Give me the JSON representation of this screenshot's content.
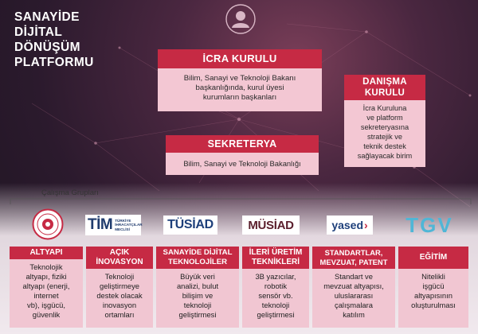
{
  "title_lines": [
    "SANAYİDE",
    "DİJİTAL",
    "DÖNÜŞÜM",
    "PLATFORMU"
  ],
  "icra": {
    "title": "İCRA KURULU",
    "desc": [
      "Bilim, Sanayi ve Teknoloji Bakanı",
      "başkanlığında, kurul üyesi",
      "kurumların başkanları"
    ]
  },
  "danisma": {
    "title": [
      "DANIŞMA",
      "KURULU"
    ],
    "desc": [
      "İcra Kuruluna",
      "ve platform",
      "sekreteryasına",
      "stratejik ve",
      "teknik destek",
      "sağlayacak birim"
    ]
  },
  "sekreterya": {
    "title": "SEKRETERYA",
    "desc": "Bilim, Sanayi ve Teknoloji Bakanlığı"
  },
  "groups_label": "Çalışma Grupları",
  "logos": {
    "tim": "TİM",
    "tim_sub": [
      "TÜRKİYE",
      "İHRACATÇILAR",
      "MECLİSİ"
    ],
    "tusiad": "TÜSİAD",
    "musiad": "MÜSİAD",
    "yased": "yased",
    "tgv": "TGV"
  },
  "groups": [
    {
      "title": [
        "ALTYAPI"
      ],
      "desc": [
        "Teknolojik",
        "altyapı, fiziki",
        "altyapı (enerji,",
        "internet",
        "vb), işgücü,",
        "güvenlik"
      ]
    },
    {
      "title": [
        "AÇIK",
        "İNOVASYON"
      ],
      "desc": [
        "Teknoloji",
        "geliştirmeye",
        "destek olacak",
        "inovasyon",
        "ortamları"
      ]
    },
    {
      "title": [
        "SANAYİDE DİJİTAL",
        "TEKNOLOJİLER"
      ],
      "desc": [
        "Büyük veri",
        "analizi, bulut",
        "bilişim ve",
        "teknoloji",
        "geliştirmesi"
      ]
    },
    {
      "title": [
        "İLERİ ÜRETİM",
        "TEKNİKLERİ"
      ],
      "desc": [
        "3B yazıcılar,",
        "robotik",
        "sensör vb.",
        "teknoloji",
        "geliştirmesi"
      ]
    },
    {
      "title": [
        "STANDARTLAR,",
        "MEVZUAT, PATENT"
      ],
      "desc": [
        "Standart ve",
        "mevzuat altyapısı,",
        "uluslararası",
        "çalışmalara",
        "katılım"
      ]
    },
    {
      "title": [
        "EĞİTİM"
      ],
      "desc": [
        "Nitelikli",
        "işgücü",
        "altyapısının",
        "oluşturulması"
      ]
    }
  ],
  "colors": {
    "accent": "#c62a44",
    "panel": "#f3c7d3",
    "background": "#2b1a2d"
  }
}
